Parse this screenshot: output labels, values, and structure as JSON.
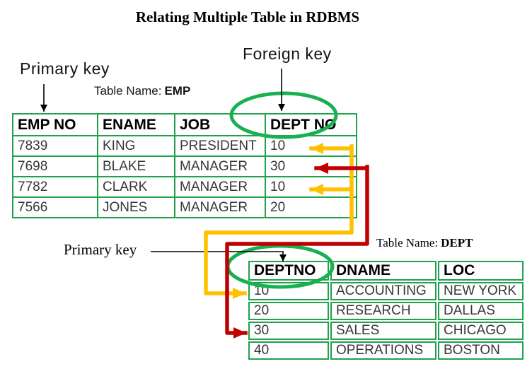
{
  "title": "Relating Multiple Table in RDBMS",
  "annotations": {
    "primary_key_top": "Primary key",
    "foreign_key": "Foreign key",
    "primary_key_bottom": "Primary key"
  },
  "emp_table": {
    "caption_prefix": "Table Name:",
    "caption_name": "EMP",
    "headers": [
      "EMP NO",
      "ENAME",
      "JOB",
      "DEPT NO"
    ],
    "rows": [
      [
        "7839",
        "KING",
        "PRESIDENT",
        "10"
      ],
      [
        "7698",
        "BLAKE",
        "MANAGER",
        "30"
      ],
      [
        "7782",
        "CLARK",
        "MANAGER",
        "10"
      ],
      [
        "7566",
        "JONES",
        "MANAGER",
        "20"
      ]
    ]
  },
  "dept_table": {
    "caption_prefix": "Table Name:",
    "caption_name": "DEPT",
    "headers": [
      "DEPTNO",
      "DNAME",
      "LOC"
    ],
    "rows": [
      [
        "10",
        "ACCOUNTING",
        "NEW YORK"
      ],
      [
        "20",
        "RESEARCH",
        "DALLAS"
      ],
      [
        "30",
        "SALES",
        "CHICAGO"
      ],
      [
        "40",
        "OPERATIONS",
        "BOSTON"
      ]
    ]
  },
  "relationships": [
    {
      "color": "#FFC000",
      "links": "EMP rows 7839 and 7782 (DEPT NO 10) to DEPT row DEPTNO 10"
    },
    {
      "color": "#C00000",
      "links": "EMP row 7698 (DEPT NO 30) to DEPT row DEPTNO 30"
    }
  ],
  "colors": {
    "table_border_green": "#1FA14D",
    "ellipse_green": "#17B052",
    "arrow_yellow": "#FFC000",
    "arrow_red": "#C00000",
    "annotation_black": "#000000"
  }
}
